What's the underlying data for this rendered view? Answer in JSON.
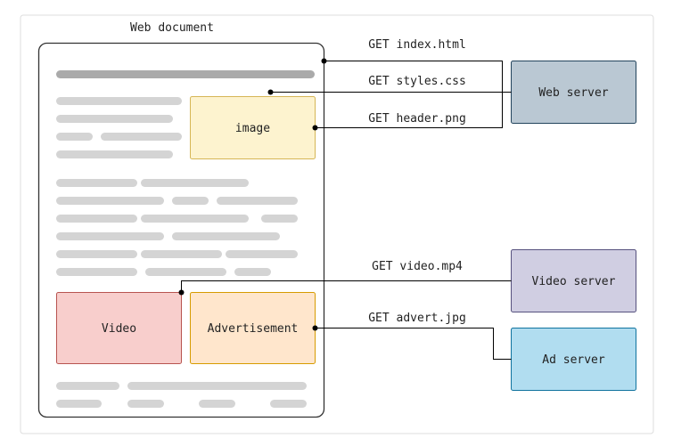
{
  "document": {
    "title": "Web document",
    "image_label": "image",
    "video_label": "Video",
    "ad_label": "Advertisement"
  },
  "servers": {
    "web": "Web server",
    "video": "Video server",
    "ad": "Ad server"
  },
  "requests": {
    "index": "GET index.html",
    "styles": "GET styles.css",
    "header": "GET header.png",
    "video": "GET video.mp4",
    "advert": "GET advert.jpg"
  },
  "colors": {
    "frame": "#dddddd",
    "document_border": "#333333",
    "placeholder_bar": "#d4d4d4",
    "title_bar": "#aaaaaa",
    "image_fill": "#fdf3cf",
    "image_border": "#d6b656",
    "video_fill": "#f8cecc",
    "video_border": "#b85450",
    "ad_fill": "#ffe6cc",
    "ad_border": "#d79b00",
    "web_server_fill": "#bac8d3",
    "web_server_border": "#23445d",
    "video_server_fill": "#d0cee2",
    "video_server_border": "#56517e",
    "ad_server_fill": "#b1ddf0",
    "ad_server_border": "#10739e",
    "connector": "#000000"
  }
}
